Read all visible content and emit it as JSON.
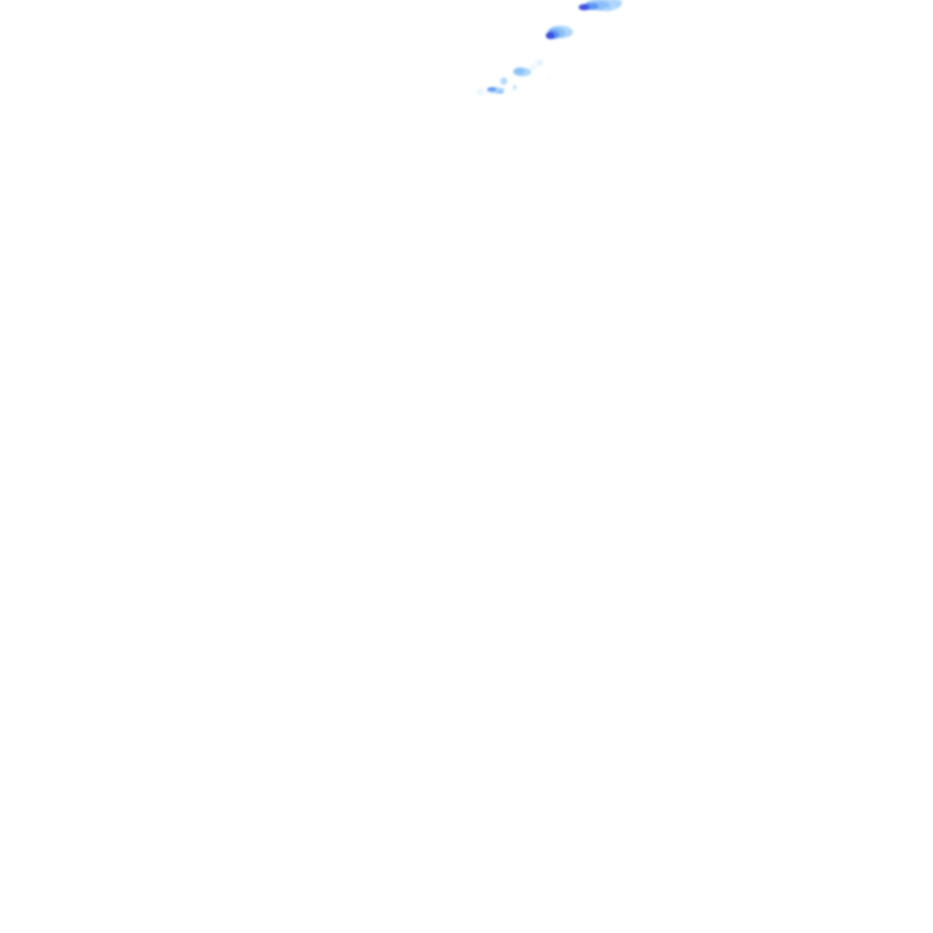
{
  "map": {
    "background_color": "#ffffff",
    "legend": [],
    "precipitation_palette": {
      "light": "#a9d4fb",
      "light_moderate": "#86bdf7",
      "moderate": "#5b93f0",
      "heavy": "#3b4fe0"
    },
    "cells": [
      {
        "name": "cell-top-right",
        "intensities": [
          "light",
          "light_moderate",
          "moderate",
          "heavy"
        ]
      },
      {
        "name": "cell-upper-middle",
        "intensities": [
          "light",
          "light_moderate",
          "moderate",
          "heavy"
        ]
      },
      {
        "name": "cell-lower-left-chain",
        "intensities": [
          "light",
          "light_moderate",
          "moderate"
        ]
      },
      {
        "name": "cell-small-dots",
        "intensities": [
          "light"
        ]
      }
    ]
  }
}
